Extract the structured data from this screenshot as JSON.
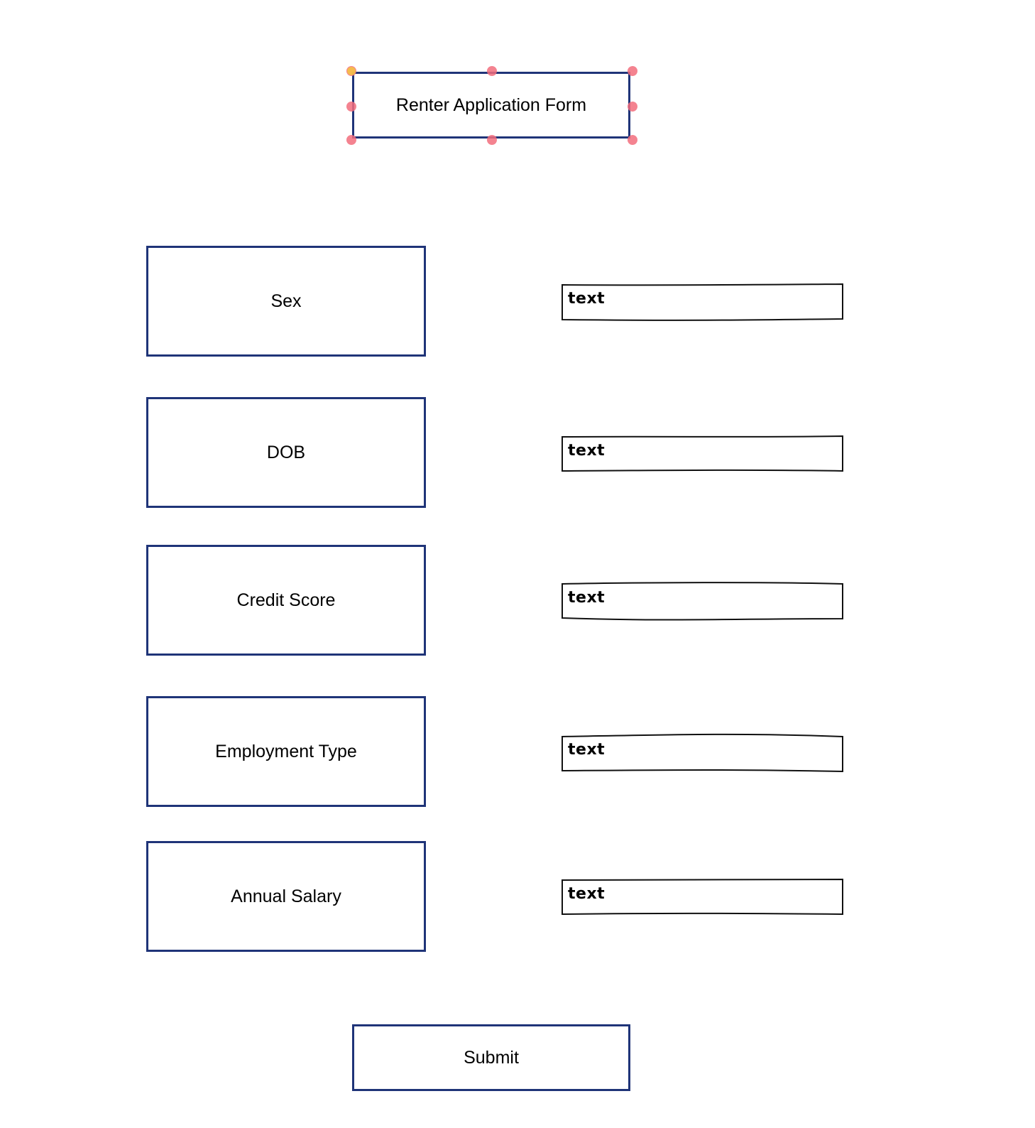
{
  "title": "Renter Application Form",
  "fields": [
    {
      "label": "Sex",
      "value": "text"
    },
    {
      "label": "DOB",
      "value": "text"
    },
    {
      "label": "Credit Score",
      "value": "text"
    },
    {
      "label": "Employment Type",
      "value": "text"
    },
    {
      "label": "Annual Salary",
      "value": "text"
    }
  ],
  "submit_label": "Submit",
  "colors": {
    "box_border": "#1f3478",
    "selection_handle": "#f26d7d",
    "anchor_handle": "#f5c542"
  }
}
